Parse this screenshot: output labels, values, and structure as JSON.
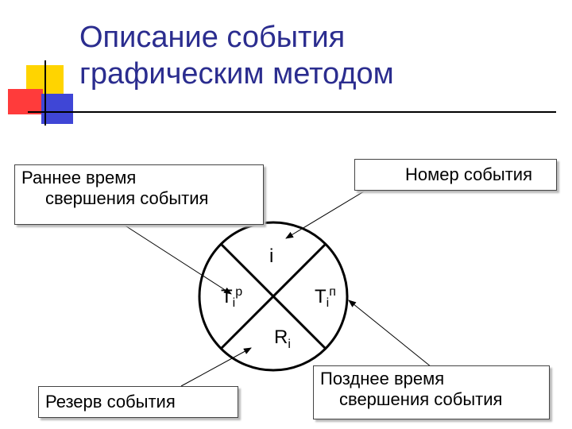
{
  "title": {
    "line1": "Описание события",
    "line2": "графическим методом"
  },
  "labels": {
    "early_time_line1": "Раннее время",
    "early_time_line2": "свершения события",
    "event_number": "Номер события",
    "late_time_line1": "Позднее время",
    "late_time_line2": "свершения события",
    "reserve": "Резерв события"
  },
  "node": {
    "number": "i",
    "early_main": "T",
    "early_sub": "i",
    "early_sup": "р",
    "late_main": "T",
    "late_sub": "i",
    "late_sup": "п",
    "reserve_main": "R",
    "reserve_sub": "i"
  },
  "colors": {
    "accent_yellow": "#ffd400",
    "accent_red": "#ff3b3b",
    "accent_blue": "#3f46d6",
    "title_text": "#2b2d8f",
    "line": "#000000"
  }
}
